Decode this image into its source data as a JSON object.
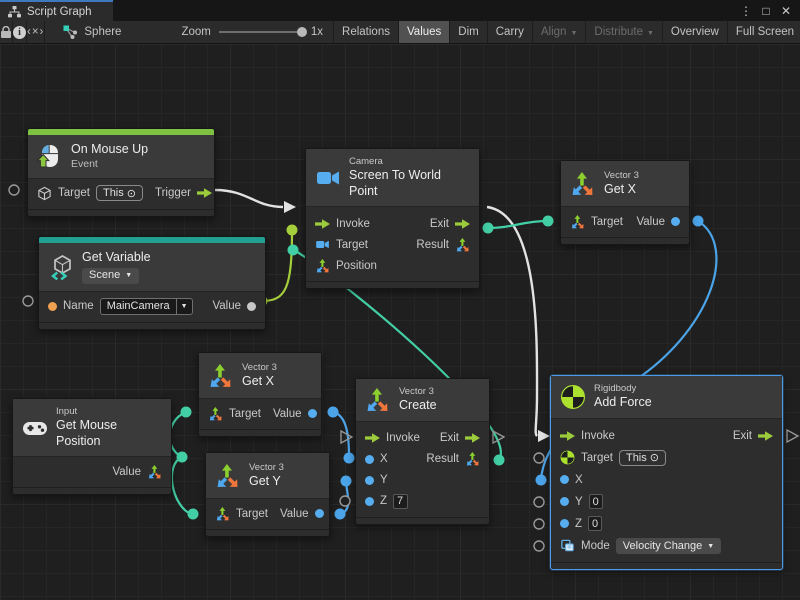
{
  "window": {
    "tab_title": "Script Graph",
    "menu": "⋮",
    "maximize": "□",
    "close": "✕"
  },
  "toolbar": {
    "code_glyph": "‹×›",
    "graph_name": "Sphere",
    "zoom_label": "Zoom",
    "zoom_value": "1x",
    "buttons": [
      {
        "label": "Relations",
        "active": false,
        "disabled": false,
        "dropdown": false
      },
      {
        "label": "Values",
        "active": true,
        "disabled": false,
        "dropdown": false
      },
      {
        "label": "Dim",
        "active": false,
        "disabled": false,
        "dropdown": false
      },
      {
        "label": "Carry",
        "active": false,
        "disabled": false,
        "dropdown": false
      },
      {
        "label": "Align",
        "active": false,
        "disabled": true,
        "dropdown": true
      },
      {
        "label": "Distribute",
        "active": false,
        "disabled": true,
        "dropdown": true
      },
      {
        "label": "Overview",
        "active": false,
        "disabled": false,
        "dropdown": false
      },
      {
        "label": "Full Screen",
        "active": false,
        "disabled": false,
        "dropdown": false
      }
    ]
  },
  "glyphs": {
    "dropdown": "▼",
    "object_picker": "⊙"
  },
  "colors": {
    "flow_wire": "#e2e2e2",
    "wire_blue": "#4ca4e8",
    "wire_teal": "#43cfa5",
    "wire_green": "#a4ce3c",
    "event_bar_green": "#7fc241",
    "variable_bar_teal": "#1fa093",
    "selection_blue": "#4a9ce8",
    "port_blue": "#56aef0",
    "port_orange": "#efa051",
    "flow_arrow_green": "#9ccb3b",
    "v3_green": "#8cd02f",
    "v3_blue": "#4fa8f0",
    "v3_orange": "#f0763c",
    "camera_blue": "#56aef0",
    "rigidbody_green": "#ace22e"
  },
  "nodes": {
    "on_mouse_up": {
      "title": "On Mouse Up",
      "subtitle": "Event",
      "target_label": "Target",
      "this_value": "This",
      "trigger_label": "Trigger"
    },
    "get_variable": {
      "title": "Get Variable",
      "scope": "Scene",
      "name_label": "Name",
      "name_value": "MainCamera",
      "value_label": "Value"
    },
    "screen_to_world": {
      "caption": "Camera",
      "title": "Screen To World Point",
      "invoke_label": "Invoke",
      "exit_label": "Exit",
      "target_label": "Target",
      "result_label": "Result",
      "position_label": "Position"
    },
    "get_x_top": {
      "caption": "Vector 3",
      "title": "Get X",
      "target_label": "Target",
      "value_label": "Value"
    },
    "get_x_mid": {
      "caption": "Vector 3",
      "title": "Get X",
      "target_label": "Target",
      "value_label": "Value"
    },
    "get_y": {
      "caption": "Vector 3",
      "title": "Get Y",
      "target_label": "Target",
      "value_label": "Value"
    },
    "get_mouse_position": {
      "caption": "Input",
      "title": "Get Mouse Position",
      "value_label": "Value"
    },
    "create_vector3": {
      "caption": "Vector 3",
      "title": "Create",
      "invoke_label": "Invoke",
      "exit_label": "Exit",
      "x_label": "X",
      "result_label": "Result",
      "y_label": "Y",
      "z_label": "Z",
      "z_value": "7"
    },
    "add_force": {
      "caption": "Rigidbody",
      "title": "Add Force",
      "invoke_label": "Invoke",
      "exit_label": "Exit",
      "target_label": "Target",
      "this_value": "This",
      "x_label": "X",
      "y_label": "Y",
      "y_value": "0",
      "z_label": "Z",
      "z_value": "0",
      "mode_label": "Mode",
      "mode_value": "Velocity Change"
    }
  }
}
